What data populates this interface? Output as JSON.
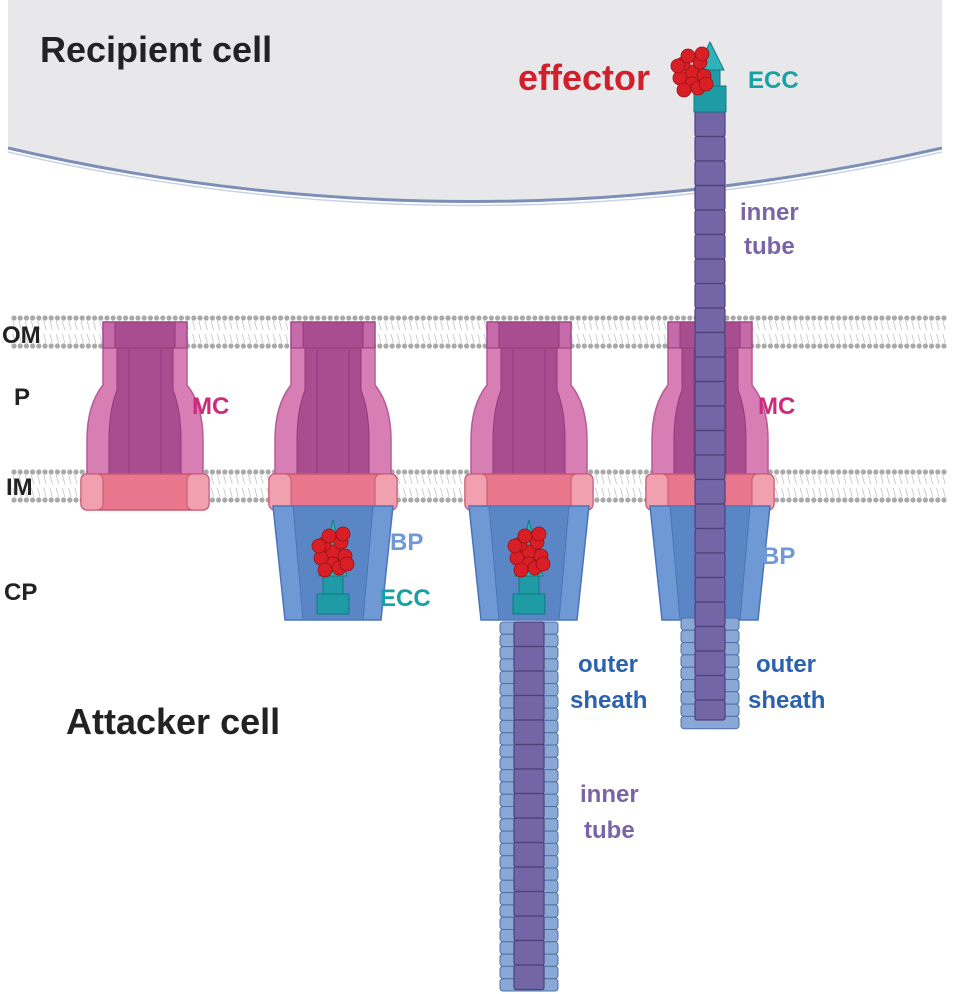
{
  "regions": {
    "recipient_cell": "Recipient cell",
    "attacker_cell": "Attacker cell"
  },
  "compartments": {
    "om": "OM",
    "p": "P",
    "im": "IM",
    "cp": "CP"
  },
  "components": {
    "effector": "effector",
    "ecc_top": "ECC",
    "inner_tube_top_1": "inner",
    "inner_tube_top_2": "tube",
    "mc_left": "MC",
    "mc_right": "MC",
    "bp_stage2": "BP",
    "ecc_stage2": "ECC",
    "bp_stage4": "BP",
    "outer_sheath_stage3_1": "outer",
    "outer_sheath_stage3_2": "sheath",
    "outer_sheath_stage4_1": "outer",
    "outer_sheath_stage4_2": "sheath",
    "inner_tube_stage3_1": "inner",
    "inner_tube_stage3_2": "tube"
  },
  "colors": {
    "recipient_fill": "#e8e8ea",
    "recipient_edge": "#7d8fb8",
    "lipid_head": "#a9a9a9",
    "mc_light": "#d77fb4",
    "mc_dark": "#a84d8f",
    "mc_ring": "#e8768c",
    "bp_fill": "#6f99d4",
    "bp_dark": "#4a74b8",
    "ecc": "#1e9ba5",
    "inner_tube": "#7466a6",
    "outer_sheath": "#8aa8d6",
    "effector": "#d81f26",
    "label_mc": "#cc2a7a",
    "label_bp": "#6f99d4",
    "label_ecc": "#16a1a5",
    "label_inner": "#7a64a8",
    "label_outer": "#2a62b0",
    "label_effector": "#d11f2b",
    "label_black": "#222222"
  }
}
